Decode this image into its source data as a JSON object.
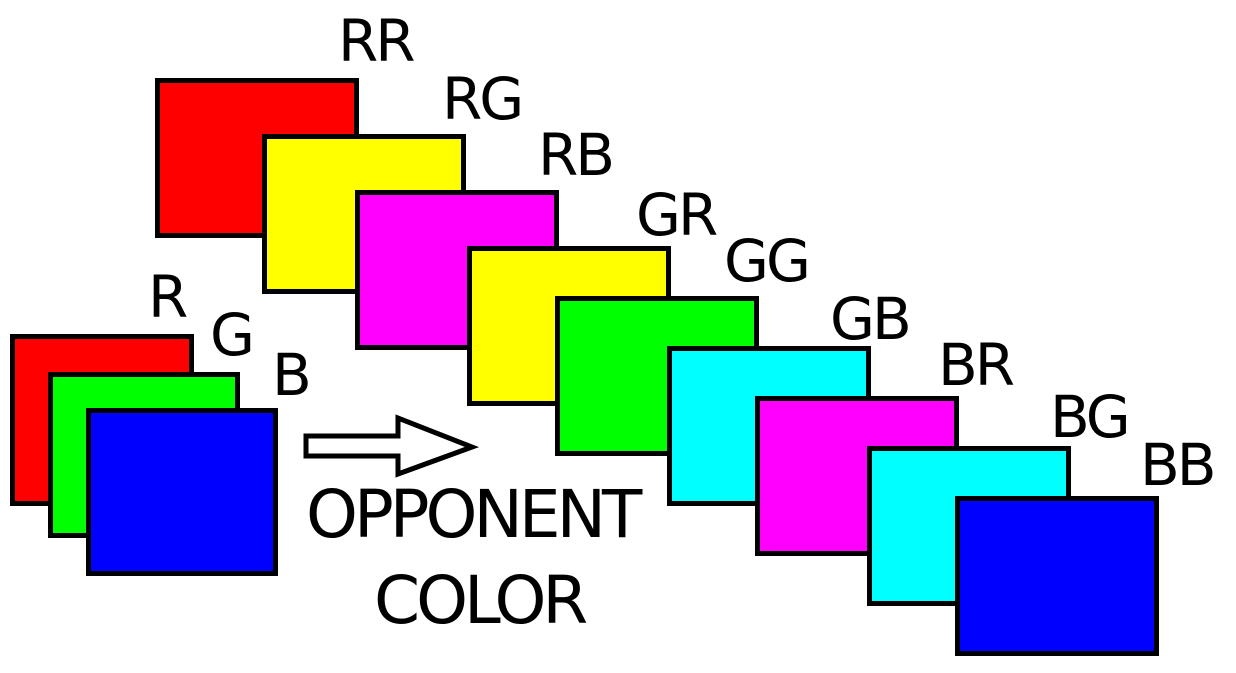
{
  "colors": {
    "red": "#ff0000",
    "green": "#00ff00",
    "blue": "#0000ff",
    "yellow": "#ffff00",
    "magenta": "#ff00ff",
    "cyan": "#00ffff",
    "border": "#000000"
  },
  "input_stack": [
    {
      "label": "R",
      "color": "#ff0000"
    },
    {
      "label": "G",
      "color": "#00ff00"
    },
    {
      "label": "B",
      "color": "#0000ff"
    }
  ],
  "caption": {
    "line1": "OPPONENT",
    "line2": "COLOR"
  },
  "output_stack": [
    {
      "label": "RR",
      "color": "#ff0000"
    },
    {
      "label": "RG",
      "color": "#ffff00"
    },
    {
      "label": "RB",
      "color": "#ff00ff"
    },
    {
      "label": "GR",
      "color": "#ffff00"
    },
    {
      "label": "GG",
      "color": "#00ff00"
    },
    {
      "label": "GB",
      "color": "#00ffff"
    },
    {
      "label": "BR",
      "color": "#ff00ff"
    },
    {
      "label": "BG",
      "color": "#00ffff"
    },
    {
      "label": "BB",
      "color": "#0000ff"
    }
  ]
}
